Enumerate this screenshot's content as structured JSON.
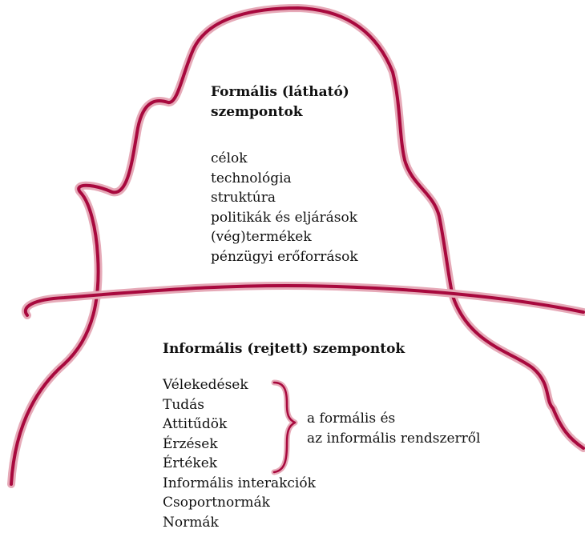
{
  "formal": {
    "title": "Formális (látható) szempontok",
    "items": [
      "célok",
      "technológia",
      "struktúra",
      "politikák és eljárások",
      "(vég)termékek",
      "pénzügyi erőforrások"
    ]
  },
  "informal": {
    "title": "Informális (rejtett) szempontok",
    "items": [
      "Vélekedések",
      "Tudás",
      "Attitűdök",
      "Érzések",
      "Értékek",
      "Informális interakciók",
      "Csoportnormák",
      "Normák"
    ],
    "brace_note": [
      "a formális és",
      "az informális rendszerről"
    ]
  },
  "colors": {
    "outline": "#a8093e",
    "outline_halo": "#e6aab8",
    "text": "#111111"
  }
}
